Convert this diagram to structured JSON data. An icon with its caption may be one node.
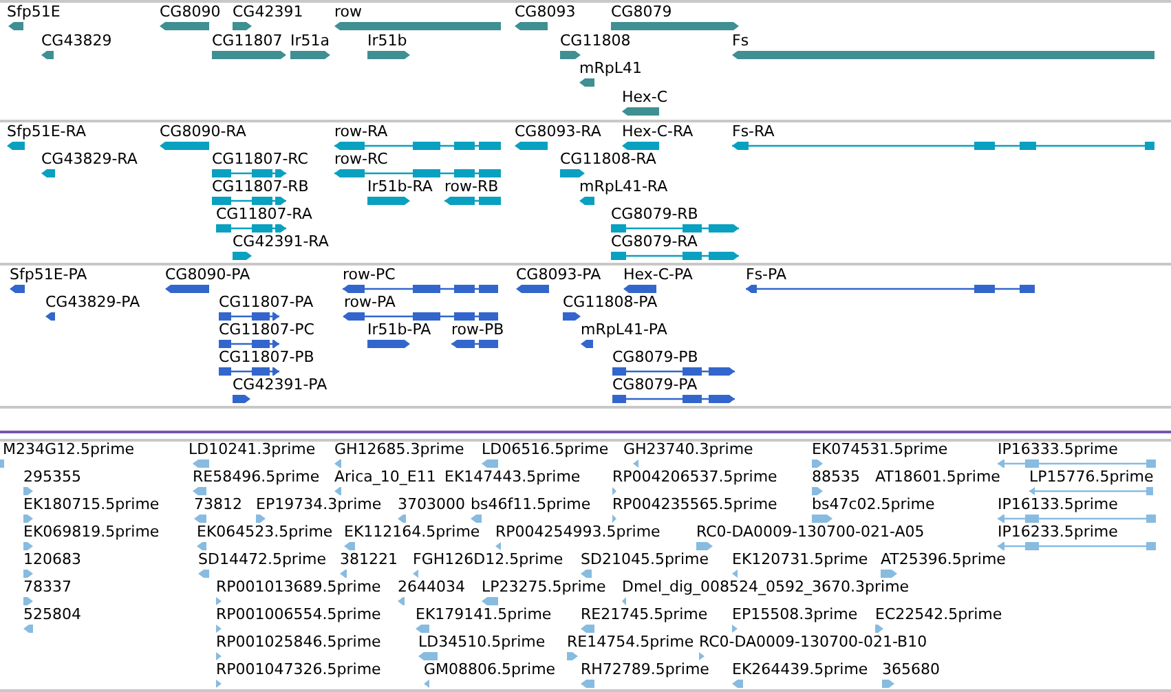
{
  "diagram": {
    "labels": [
      "Sfp51E",
      "CG8090",
      "CG42391",
      "row",
      "CG8093",
      "CG8079",
      "CG43829",
      "CG11807",
      "Ir51a",
      "Ir51b",
      "CG11808",
      "Fs",
      "mRpL41",
      "Hex-C",
      "Sfp51E-RA",
      "CG8090-RA",
      "row-RA",
      "CG8093-RA",
      "Hex-C-RA",
      "Fs-RA",
      "CG43829-RA",
      "CG11807-RC",
      "row-RC",
      "CG11808-RA",
      "CG11807-RB",
      "Ir51b-RA",
      "row-RB",
      "mRpL41-RA",
      "CG11807-RA",
      "CG8079-RB",
      "CG42391-RA",
      "CG8079-RA",
      "Sfp51E-PA",
      "CG8090-PA",
      "row-PC",
      "CG8093-PA",
      "Hex-C-PA",
      "Fs-PA",
      "CG43829-PA",
      "CG11807-PA",
      "row-PA",
      "CG11808-PA",
      "CG11807-PC",
      "Ir51b-PA",
      "row-PB",
      "mRpL41-PA",
      "CG11807-PB",
      "CG8079-PB",
      "CG42391-PA",
      "CG8079-PA",
      "M234G12.5prime",
      "LD10241.3prime",
      "GH12685.3prime",
      "LD06516.5prime",
      "GH23740.3prime",
      "EK074531.5prime",
      "IP16333.5prime",
      "295355",
      "RE58496.5prime",
      "Arica_10_E11",
      "EK147443.5prime",
      "RP004206537.5prime",
      "88535",
      "AT18601.5prime",
      "LP15776.5prime",
      "EK180715.5prime",
      "73812",
      "EP19734.3prime",
      "3703000",
      "bs46f11.5prime",
      "RP004235565.5prime",
      "bs47c02.5prime",
      "IP16133.5prime",
      "EK069819.5prime",
      "EK064523.5prime",
      "EK112164.5prime",
      "RP004254993.5prime",
      "RC0-DA0009-130700-021-A05",
      "IP16233.5prime",
      "120683",
      "SD14472.5prime",
      "381221",
      "FGH126D12.5prime",
      "SD21045.5prime",
      "EK120731.5prime",
      "AT25396.5prime",
      "78337",
      "RP001013689.5prime",
      "2644034",
      "LP23275.5prime",
      "Dmel_dig_008524_0592_3670.3prime",
      "525804",
      "RP001006554.5prime",
      "EK179141.5prime",
      "RE21745.5prime",
      "EP15508.3prime",
      "EC22542.5prime",
      "RP001025846.5prime",
      "LD34510.5prime",
      "RE14754.5prime",
      "RC0-DA0009-130700-021-B10",
      "RP001047326.5prime",
      "GM08806.5prime",
      "RH72789.5prime",
      "EK264439.5prime",
      "365680"
    ]
  }
}
